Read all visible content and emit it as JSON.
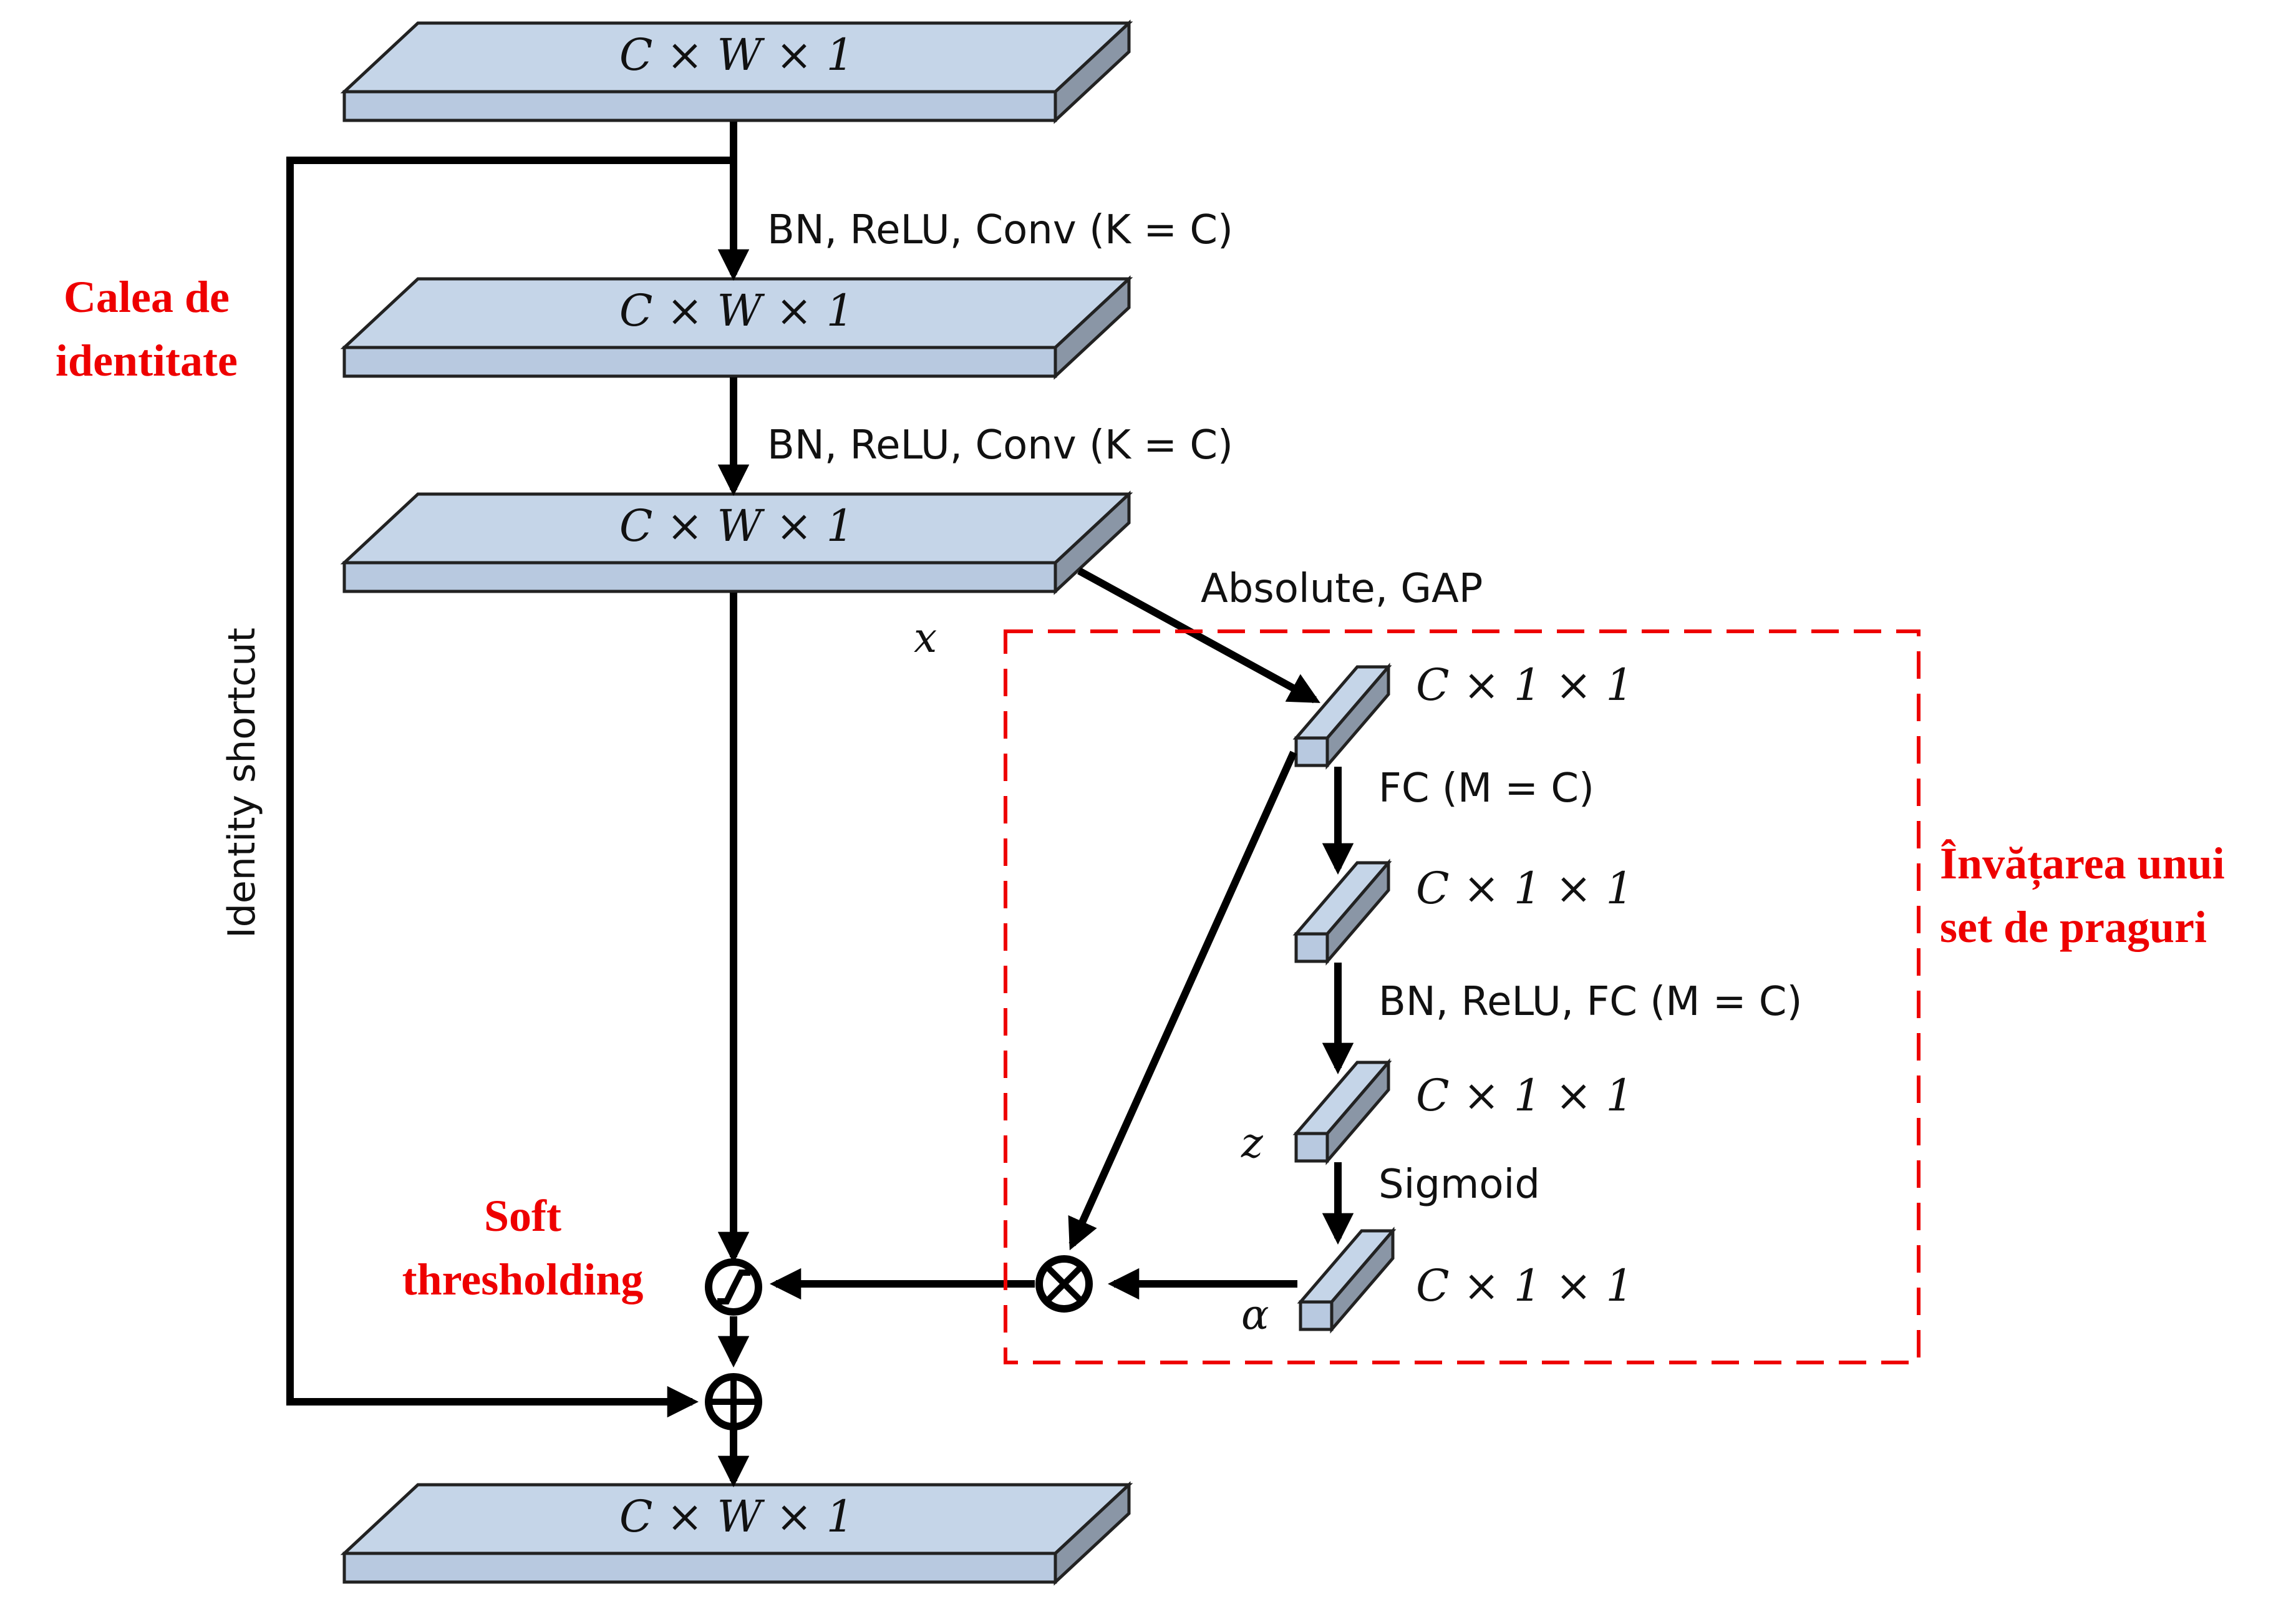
{
  "blocks": {
    "top": "C × W × 1",
    "second": "C × W × 1",
    "third": "C × W × 1",
    "bottom": "C × W × 1",
    "vec1": "C × 1 × 1",
    "vec2": "C × 1 × 1",
    "vec3": "C × 1 × 1",
    "vec4": "C × 1 × 1"
  },
  "ops": {
    "conv1": "BN, ReLU, Conv (K = C)",
    "conv2": "BN, ReLU, Conv (K = C)",
    "abs_gap": "Absolute, GAP",
    "fc1": "FC (M = C)",
    "fc2": "BN, ReLU, FC (M = C)",
    "sigmoid": "Sigmoid"
  },
  "vars": {
    "x": "x",
    "z": "z",
    "alpha": "α"
  },
  "side_label": "Identity shortcut",
  "annotations": {
    "identity_path": [
      "Calea de",
      "identitate"
    ],
    "threshold_learning": [
      "Învățarea unui",
      "set de praguri"
    ],
    "soft_thresholding": [
      "Soft",
      "thresholding"
    ]
  },
  "colors": {
    "block": "#c5d5e8",
    "annotation": "#ee0000",
    "dashed_box": "#ee0000"
  }
}
